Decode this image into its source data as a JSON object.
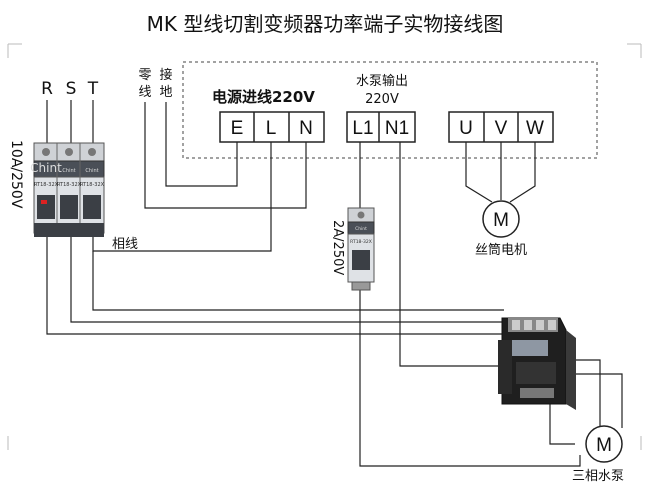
{
  "title": "MK 型线切割变频器功率端子实物接线图",
  "labels": {
    "r": "R",
    "s": "S",
    "t": "T",
    "breaker_main": "10A/250V",
    "breaker_pump": "2A/250V",
    "zero_line": [
      "零",
      "线"
    ],
    "ground": [
      "接",
      "地"
    ],
    "power_in": "电源进线220V",
    "pump_out": [
      "水泵输出",
      "220V"
    ],
    "phase_line": "相线",
    "spindle_motor": "丝筒电机",
    "pump_motor": "三相水泵",
    "motor_symbol": "M",
    "breaker_brand": "Chint",
    "breaker_model": "RT18-32X"
  },
  "terminals": [
    "E",
    "L",
    "N",
    "L1",
    "N1",
    "U",
    "V",
    "W"
  ]
}
